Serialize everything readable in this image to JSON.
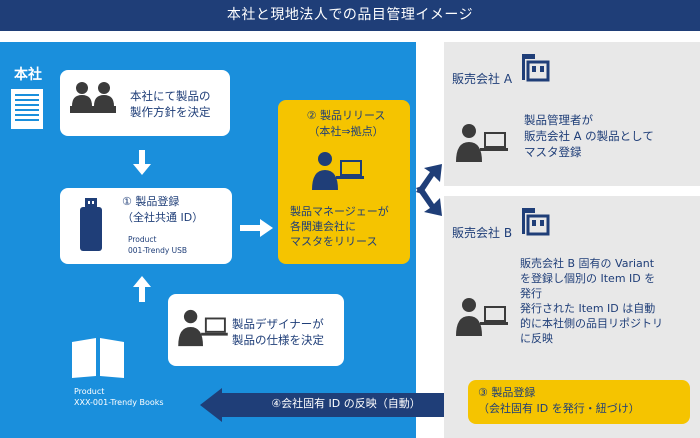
{
  "title": "本社と現地法人での品目管理イメージ",
  "hq": {
    "label": "本社",
    "policy_text": "本社にて製品の\n製作方針を決定",
    "registration_title": "① 製品登録\n（全社共通 ID）",
    "product_caption": "Product\n001-Trendy USB",
    "release_title": "② 製品リリース\n（本社⇒拠点）",
    "release_text": "製品マネージェーが\n各関連会社に\nマスタをリリース",
    "designer_text": "製品デザイナーが\n製品の仕様を決定",
    "books_caption": "Product\nXXX-001-Trendy Books"
  },
  "company_a": {
    "label": "販売会社 A",
    "text": "製品管理者が\n販売会社 A の製品として\nマスタ登録"
  },
  "company_b": {
    "label": "販売会社 B",
    "text": "販売会社 B 固有の Variant\nを登録し個別の Item ID を\n発行\n発行された Item ID は自動\n的に本社側の品目リポジトリ\nに反映",
    "registration_text": "③ 製品登録\n（会社固有 ID を発行・紐づけ）"
  },
  "feedback_arrow": "④会社固有 ID の反映（自動）",
  "colors": {
    "navy": "#1f3e78",
    "blue": "#1a8fdc",
    "yellow": "#f5c400",
    "gray": "#e8e8e8"
  }
}
